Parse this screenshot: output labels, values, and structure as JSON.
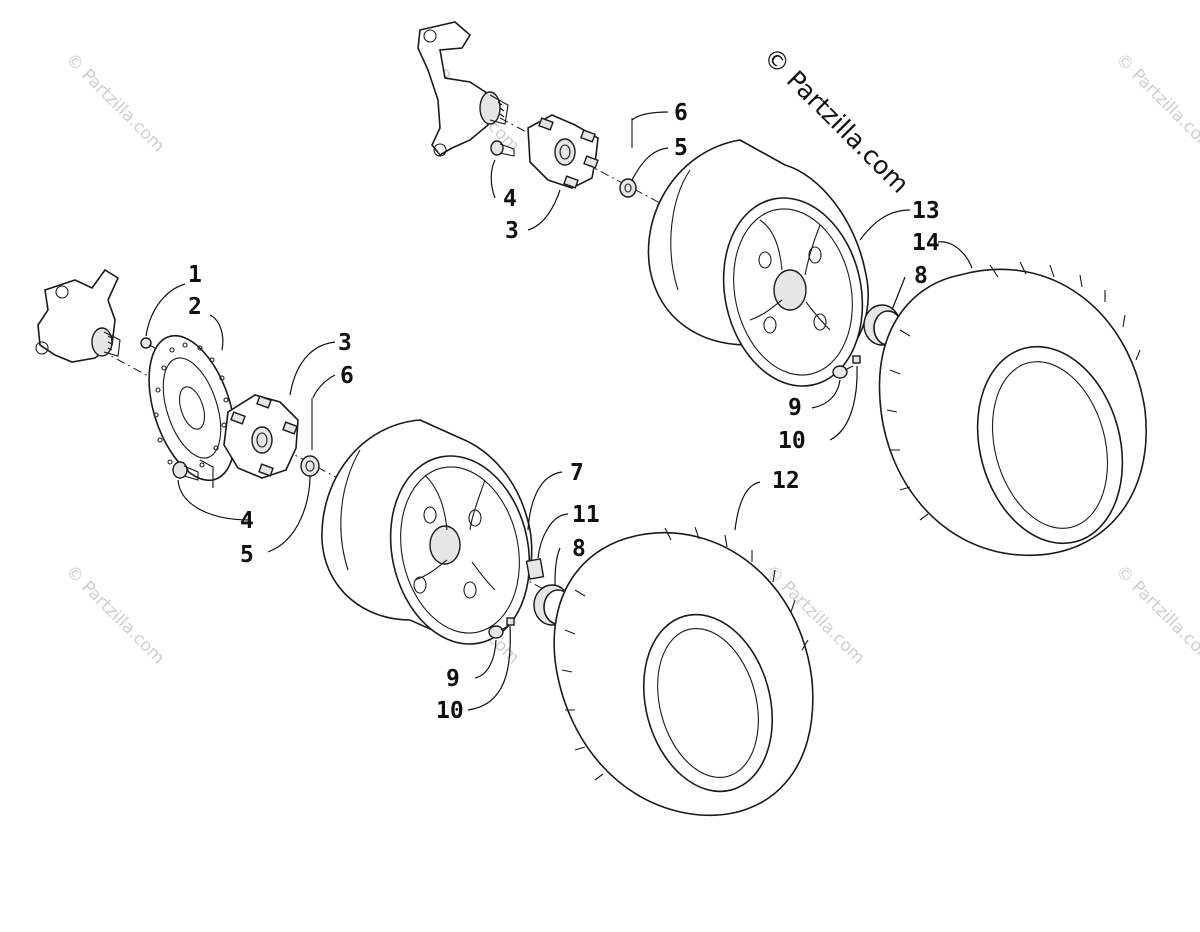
{
  "copyright": "© Partzilla.com",
  "watermark": "© Partzilla.com",
  "callouts": [
    {
      "id": "c1",
      "label": "1"
    },
    {
      "id": "c2",
      "label": "2"
    },
    {
      "id": "c3a",
      "label": "3"
    },
    {
      "id": "c3b",
      "label": "3"
    },
    {
      "id": "c4a",
      "label": "4"
    },
    {
      "id": "c4b",
      "label": "4"
    },
    {
      "id": "c5a",
      "label": "5"
    },
    {
      "id": "c5b",
      "label": "5"
    },
    {
      "id": "c6a",
      "label": "6"
    },
    {
      "id": "c6b",
      "label": "6"
    },
    {
      "id": "c7",
      "label": "7"
    },
    {
      "id": "c8a",
      "label": "8"
    },
    {
      "id": "c8b",
      "label": "8"
    },
    {
      "id": "c9a",
      "label": "9"
    },
    {
      "id": "c9b",
      "label": "9"
    },
    {
      "id": "c10a",
      "label": "10"
    },
    {
      "id": "c10b",
      "label": "10"
    },
    {
      "id": "c11",
      "label": "11"
    },
    {
      "id": "c12",
      "label": "12"
    },
    {
      "id": "c13",
      "label": "13"
    },
    {
      "id": "c14",
      "label": "14"
    }
  ]
}
